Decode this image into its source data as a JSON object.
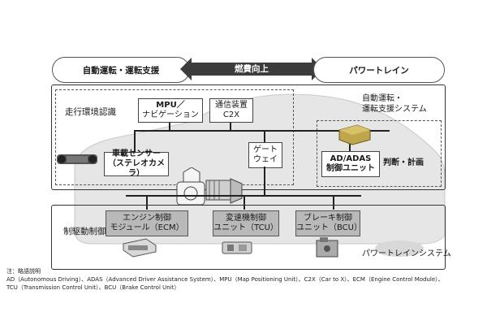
{
  "top_bar": {
    "left_pill": "自動運転・運転支援",
    "center_arrow": "燃費向上",
    "right_pill": "パワートレイン"
  },
  "upper_region": {
    "perception_label": "走行環境認識",
    "system_label_line1": "自動運転・",
    "system_label_line2": "運転支援システム",
    "mpu_line1": "MPU／",
    "mpu_line2": "ナビゲーション",
    "c2x_line1": "通信装置",
    "c2x_line2": "C2X",
    "sensor_line1": "車載センサー",
    "sensor_line2": "（ステレオカメラ）",
    "gateway_line1": "ゲート",
    "gateway_line2": "ウェイ",
    "adas_line1": "AD/ADAS",
    "adas_line2": "制御ユニット",
    "judge_label": "判断・計画"
  },
  "lower_region": {
    "control_label": "制駆動制御",
    "system_label": "パワートレインシステム",
    "ecm_line1": "エンジン制御",
    "ecm_line2": "モジュール（ECM）",
    "tcu_line1": "変速機制御",
    "tcu_line2": "ユニット（TCU）",
    "bcu_line1": "ブレーキ制御",
    "bcu_line2": "ユニット（BCU）"
  },
  "notes": {
    "line1": "注：略語説明",
    "line2": "AD（Autonomous Driving）、ADAS（Advanced Driver Assistance System）、MPU（Map Positioning Unit）、C2X（Car to X）、ECM（Engine Control Module）、",
    "line3": "TCU（Transmission Control Unit）、BCU（Brake Control Unit）"
  },
  "colors": {
    "bus": "#222222",
    "grey_box": "#b9b9b9",
    "car_silhouette": "#e6e6e6",
    "arrow": "#3c3c3c"
  }
}
